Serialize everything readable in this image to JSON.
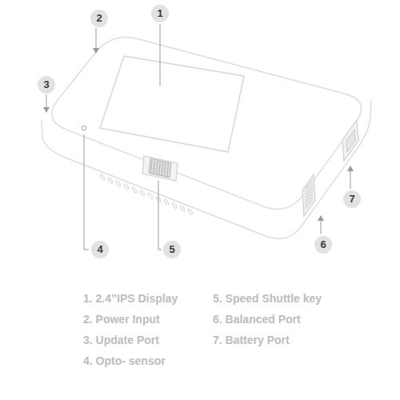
{
  "diagram": {
    "labels": [
      "1",
      "2",
      "3",
      "4",
      "5",
      "6",
      "7",
      "1. 2.4”IPS Display",
      "2. Power Input",
      "3. Update Port",
      "4. Opto- sensor",
      "5. Speed Shuttle key",
      "6. Balanced Port",
      "7. Battery Port"
    ]
  }
}
